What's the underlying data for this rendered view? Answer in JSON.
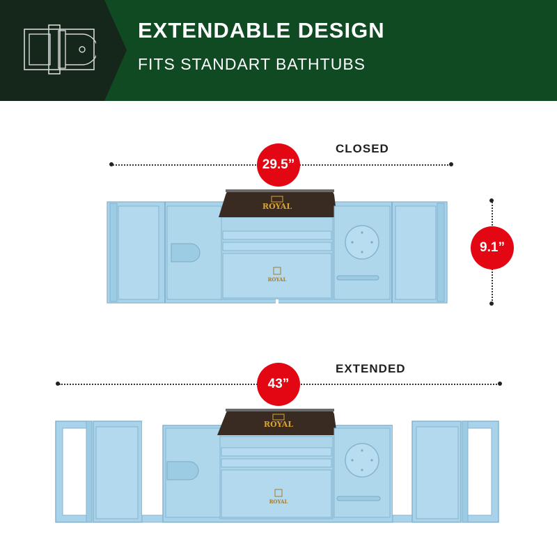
{
  "header": {
    "title": "EXTENDABLE DESIGN",
    "subtitle": "FITS STANDART BATHTUBS",
    "background_color": "#0f4a22",
    "icon": "bathtub-tray-icon"
  },
  "closed": {
    "label": "CLOSED",
    "width": "29.5”",
    "height": "9.1”"
  },
  "extended": {
    "label": "EXTENDED",
    "width": "43”"
  },
  "tray": {
    "color": "#a9d3ea",
    "tablet_holder_color": "#3a2b22",
    "brand_logo": "ROYAL"
  },
  "badge_color": "#e30613"
}
